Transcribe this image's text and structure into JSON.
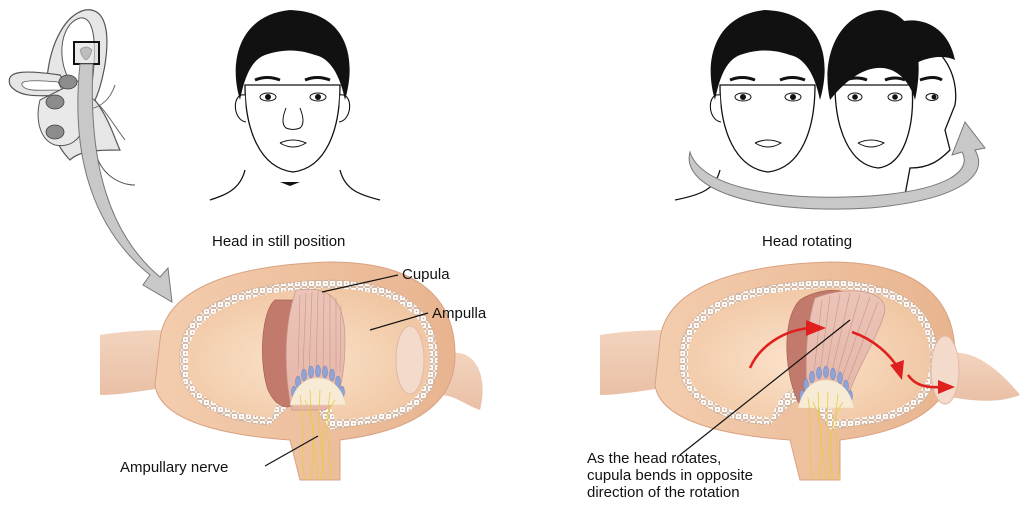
{
  "figure": {
    "left_panel": {
      "caption": "Head in still position",
      "labels": {
        "cupula": "Cupula",
        "ampulla": "Ampulla",
        "ampullary_nerve": "Ampullary nerve"
      }
    },
    "right_panel": {
      "caption": "Head rotating",
      "annotation": "As the head rotates,\ncupula bends in opposite\ndirection of the rotation"
    }
  },
  "colors": {
    "ampulla_outer": "#EBC0A0",
    "ampulla_inner": "#F5D3B6",
    "cupula": "#E7B5A8",
    "cupula_dark": "#C27A6C",
    "hair_cells": "#8FA3D6",
    "nerve": "#E8CB45",
    "rotation_arrow": "#E0201E",
    "gray_arrow": "#C8C8C8",
    "hair": "#111111"
  }
}
